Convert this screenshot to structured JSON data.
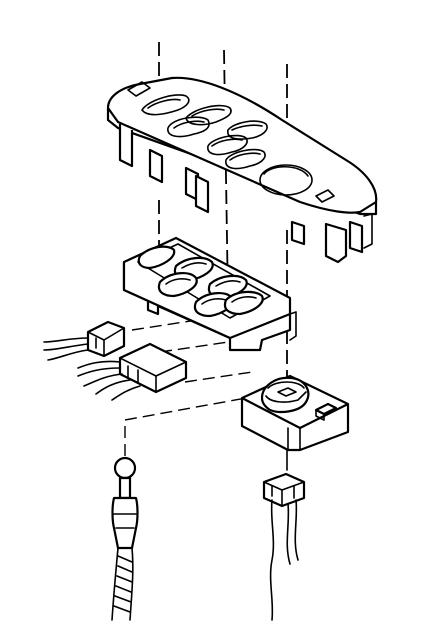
{
  "diagram": {
    "kind": "exploded-assembly-line-drawing",
    "parts": [
      "door-trim-switch-bezel",
      "power-window-switch",
      "power-mirror-switch",
      "window-switch-harness-connector",
      "mirror-switch-harness-connector",
      "ground-eyelet-lead",
      "lock-switch-connector"
    ],
    "line_color": "#000000",
    "background_color": "#ffffff"
  }
}
